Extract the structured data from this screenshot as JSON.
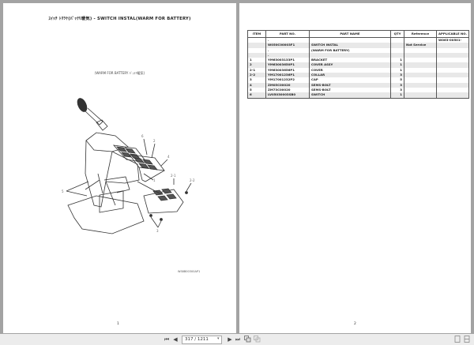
{
  "viewer": {
    "current_page": "317 / 1211",
    "buttons": {
      "first": "⏮",
      "prev": "◀",
      "next": "▶",
      "last": "⏭",
      "dropdown": "▾"
    }
  },
  "left_page": {
    "title": "ｽｲｯﾁ ﾄﾘﾂｹ(ﾊﾞｯﾃﾘ暖気) - SWITCH INSTAL(WARM FOR BATTERY)",
    "subtitle": "(WARM FOR BATTERY ﾊﾞｯﾃﾘ暖気)",
    "drawing_code": "WS6B00300AP1",
    "page_number": "1",
    "callouts": [
      "1",
      "2",
      "2-1",
      "2-2",
      "3",
      "4",
      "5",
      "6"
    ]
  },
  "right_page": {
    "page_number": "2",
    "table": {
      "headers": [
        "ITEM",
        "PART NO.",
        "PART NAME",
        "QTY",
        "Reference",
        "APPLICABLE NO."
      ],
      "rows": [
        {
          "item": "",
          "part_no": ".",
          "name": "",
          "qty": "",
          "ref": "",
          "app": "W063-00501-"
        },
        {
          "item": "",
          "part_no": "W050C00003F1",
          "name": "SWITCH INSTAL",
          "qty": "",
          "ref": "Not Service",
          "app": ""
        },
        {
          "item": "",
          "part_no": ".",
          "name": "(WARM FOR BATTERY)",
          "qty": "",
          "ref": "",
          "app": ""
        },
        {
          "item": "",
          "part_no": ".",
          "name": "",
          "qty": "",
          "ref": "",
          "app": ""
        },
        {
          "item": "1",
          "part_no": "YM63003133P1",
          "name": "BRACKET",
          "qty": "1",
          "ref": "",
          "app": ""
        },
        {
          "item": "2",
          "part_no": "YM63003650P1",
          "name": "COVER ASSY",
          "qty": "1",
          "ref": "",
          "app": ""
        },
        {
          "item": "2-1",
          "part_no": "YM63003656P1",
          "name": "COVER",
          "qty": "1",
          "ref": "",
          "app": ""
        },
        {
          "item": "2-2",
          "part_no": "YM17001236P1",
          "name": "COLLAR",
          "qty": "3",
          "ref": "",
          "app": ""
        },
        {
          "item": "3",
          "part_no": "YM17001232P2",
          "name": "CAP",
          "qty": "5",
          "ref": "",
          "app": ""
        },
        {
          "item": "4",
          "part_no": "ZM05C00020",
          "name": "SEMS-BOLT",
          "qty": "3",
          "ref": "",
          "app": ""
        },
        {
          "item": "5",
          "part_no": "ZM73C00020",
          "name": "SEMS-BOLT",
          "qty": "3",
          "ref": "",
          "app": ""
        },
        {
          "item": "6",
          "part_no": "LV05030003SB0",
          "name": "SWITCH",
          "qty": "1",
          "ref": "",
          "app": ""
        }
      ]
    }
  }
}
